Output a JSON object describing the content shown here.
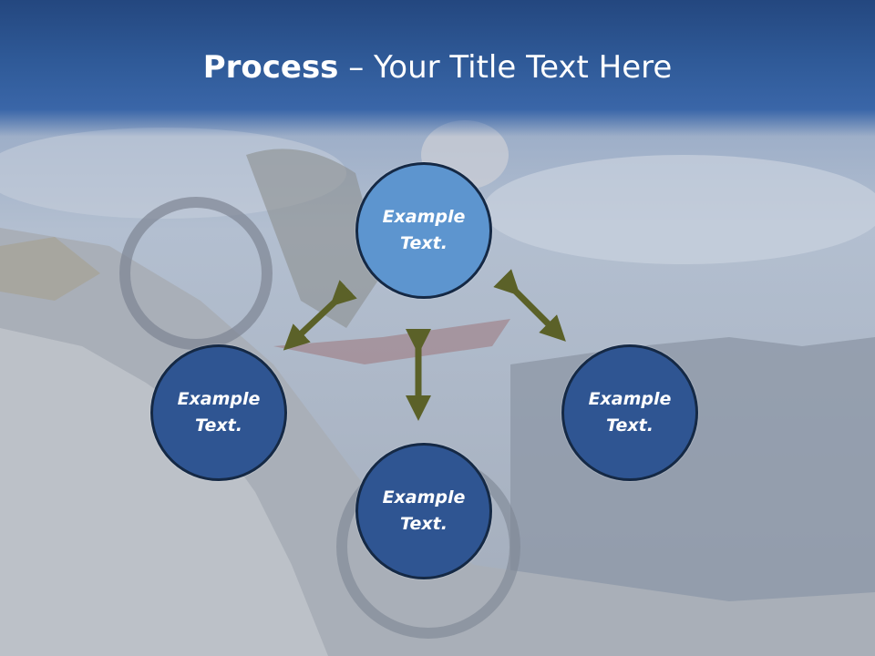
{
  "slide": {
    "title_bold": "Process",
    "title_rest": " – Your Title Text Here"
  },
  "nodes": {
    "top": {
      "text": "Example Text."
    },
    "left": {
      "text": "Example Text."
    },
    "right": {
      "text": "Example Text."
    },
    "bottom": {
      "text": "Example Text."
    }
  },
  "colors": {
    "header": "#2f5a98",
    "circle_highlight": "#5d95cf",
    "circle": "#2f5592",
    "arrow": "#5b6128"
  }
}
